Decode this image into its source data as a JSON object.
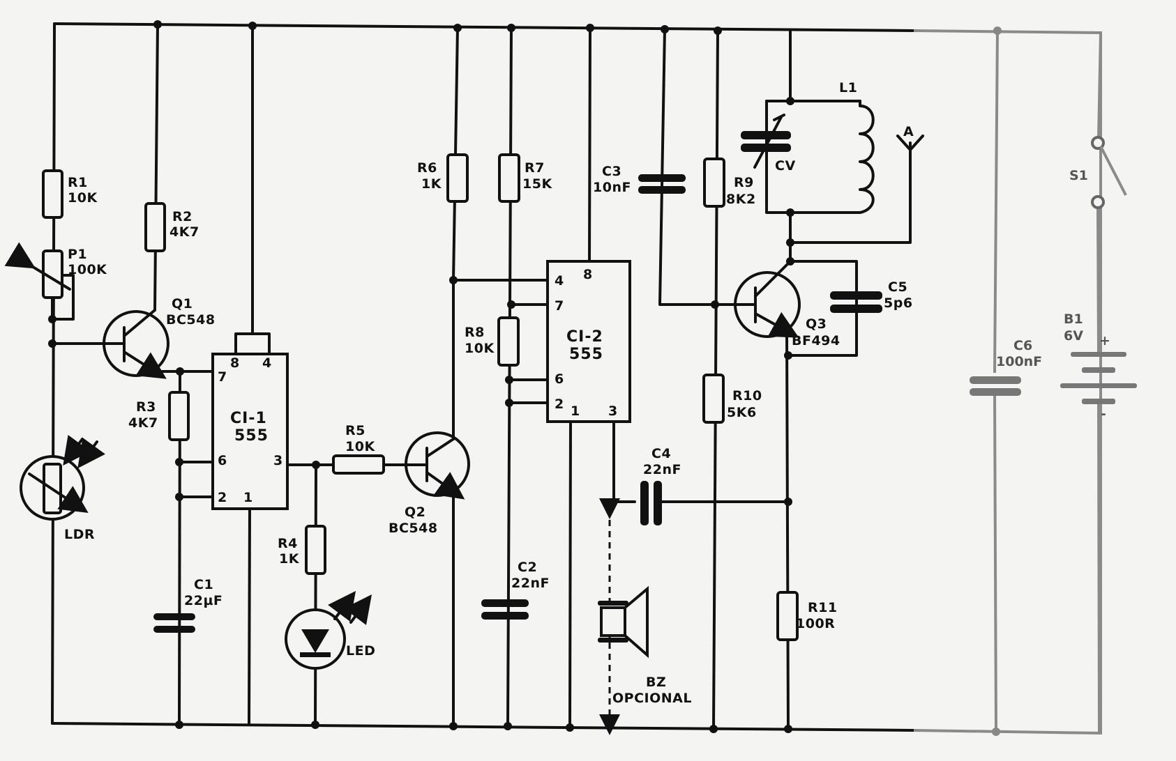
{
  "components": {
    "r1": {
      "ref": "R1",
      "value": "10K"
    },
    "p1": {
      "ref": "P1",
      "value": "100K"
    },
    "r2": {
      "ref": "R2",
      "value": "4K7"
    },
    "q1": {
      "ref": "Q1",
      "value": "BC548"
    },
    "r3": {
      "ref": "R3",
      "value": "4K7"
    },
    "ldr": {
      "ref": "LDR"
    },
    "c1": {
      "ref": "C1",
      "value": "22µF"
    },
    "ci1": {
      "ref": "CI-1",
      "value": "555"
    },
    "r5": {
      "ref": "R5",
      "value": "10K"
    },
    "r4": {
      "ref": "R4",
      "value": "1K"
    },
    "led": {
      "ref": "LED"
    },
    "q2": {
      "ref": "Q2",
      "value": "BC548"
    },
    "r6": {
      "ref": "R6",
      "value": "1K"
    },
    "r7": {
      "ref": "R7",
      "value": "15K"
    },
    "r8": {
      "ref": "R8",
      "value": "10K"
    },
    "c2": {
      "ref": "C2",
      "value": "22nF"
    },
    "ci2": {
      "ref": "CI-2",
      "value": "555"
    },
    "c3": {
      "ref": "C3",
      "value": "10nF"
    },
    "c4": {
      "ref": "C4",
      "value": "22nF"
    },
    "bz": {
      "ref": "BZ",
      "value": "OPCIONAL"
    },
    "r9": {
      "ref": "R9",
      "value": "8K2"
    },
    "r10": {
      "ref": "R10",
      "value": "5K6"
    },
    "cv": {
      "ref": "CV"
    },
    "l1": {
      "ref": "L1"
    },
    "antenna": {
      "ref": "A"
    },
    "q3": {
      "ref": "Q3",
      "value": "BF494"
    },
    "c5": {
      "ref": "C5",
      "value": "5p6"
    },
    "r11": {
      "ref": "R11",
      "value": "100R"
    },
    "c6": {
      "ref": "C6",
      "value": "100nF"
    },
    "b1": {
      "ref": "B1",
      "value": "6V"
    },
    "s1": {
      "ref": "S1"
    }
  },
  "ic_pins": {
    "ci1": {
      "p8": "8",
      "p4": "4",
      "p7": "7",
      "p6": "6",
      "p2": "2",
      "p1": "1",
      "p3": "3"
    },
    "ci2": {
      "p8": "8",
      "p4": "4",
      "p7": "7",
      "p6": "6",
      "p2": "2",
      "p1": "1",
      "p3": "3"
    }
  },
  "battery": {
    "plus": "+",
    "minus": "-"
  },
  "colors": {
    "ink": "#111111",
    "paper": "#f4f4f2",
    "grey_section": "#8a8a8a"
  }
}
